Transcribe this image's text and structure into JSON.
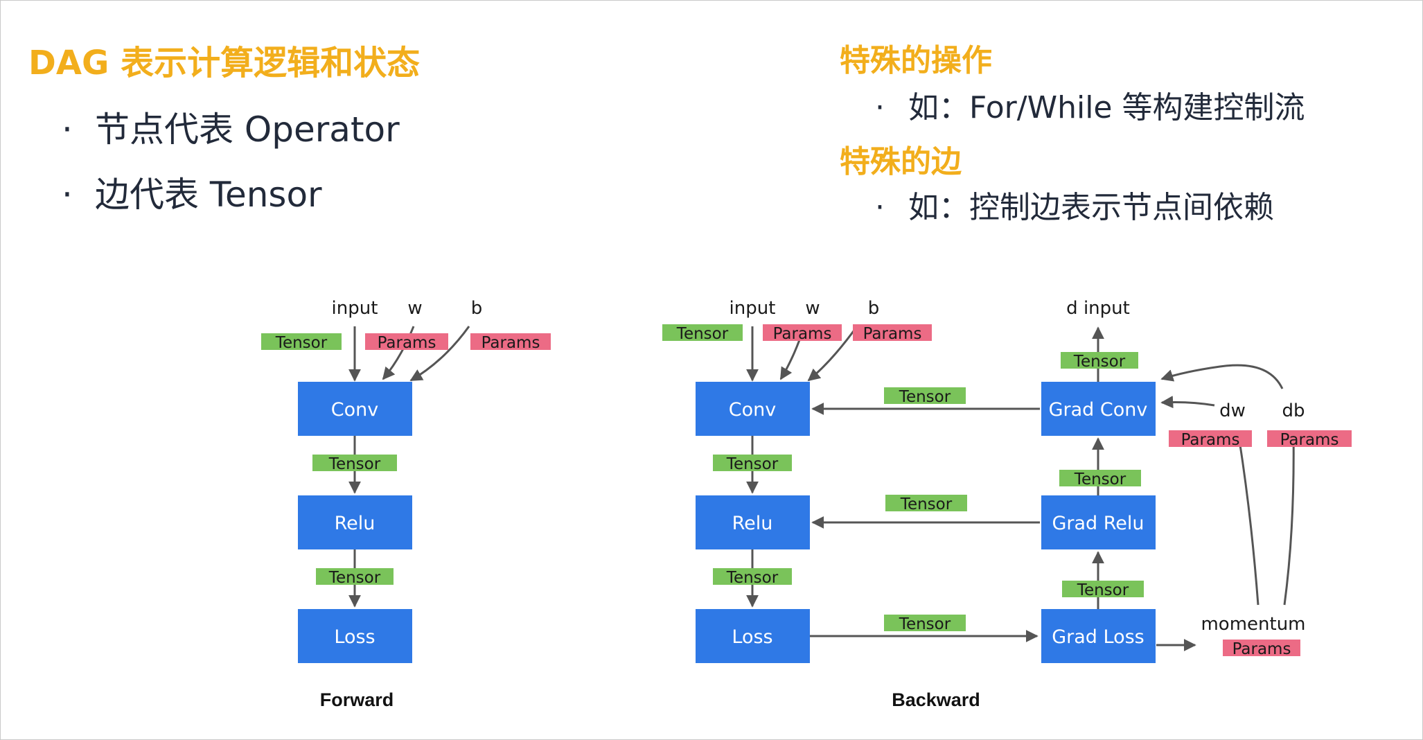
{
  "left": {
    "title": "DAG 表示计算逻辑和状态",
    "bullets": [
      "节点代表 Operator",
      "边代表 Tensor"
    ]
  },
  "right": {
    "heading1": "特殊的操作",
    "bullet1": "如：For/While 等构建控制流",
    "heading2": "特殊的边",
    "bullet2": "如：控制边表示节点间依赖"
  },
  "bullet_glyph": "·",
  "diagram": {
    "nodes": {
      "f_conv": "Conv",
      "f_relu": "Relu",
      "f_loss": "Loss",
      "b_conv": "Conv",
      "b_relu": "Relu",
      "b_loss": "Loss",
      "g_conv": "Grad Conv",
      "g_relu": "Grad Relu",
      "g_loss": "Grad Loss"
    },
    "inputs": {
      "input": "input",
      "w": "w",
      "b": "b",
      "d_input": "d input",
      "dw": "dw",
      "db": "db",
      "momentum": "momentum"
    },
    "tags": {
      "tensor": "Tensor",
      "params": "Params"
    },
    "captions": {
      "forward": "Forward",
      "backward": "Backward"
    }
  },
  "colors": {
    "heading": "#f2ae1c",
    "text": "#222a3a",
    "node": "#2f79e6",
    "tensor_tag": "#7ac35a",
    "params_tag": "#ec6b85",
    "arrow": "#555555"
  }
}
